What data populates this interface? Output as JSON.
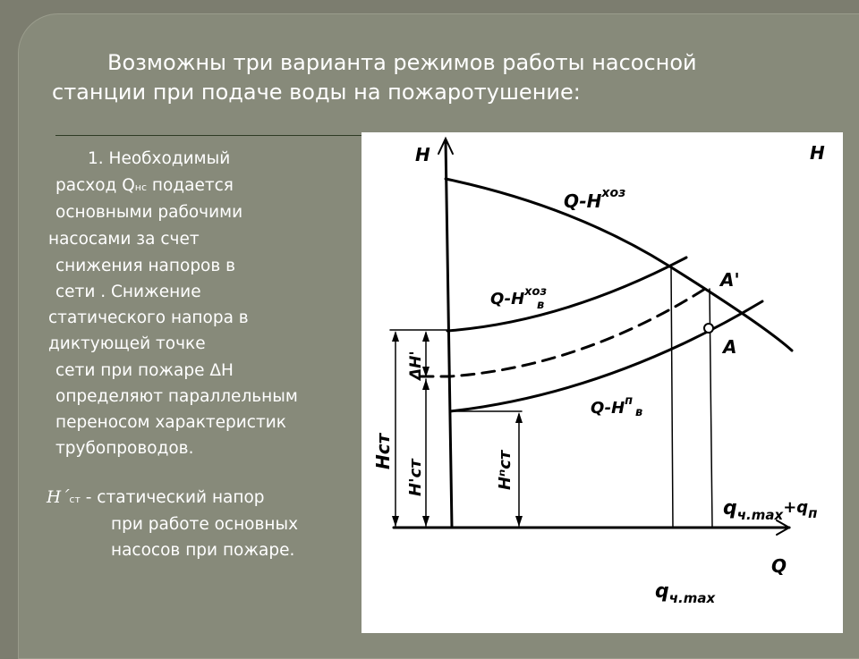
{
  "slide": {
    "title_line1": "Возможны три варианта режимов работы насосной",
    "title_line2": "станции при подаче воды на пожаротушение:",
    "body": {
      "l1": "1. Необходимый",
      "l2a": "расход Q",
      "l2sub": "нс",
      "l2b": " подается",
      "l3": "основными рабочими",
      "l4": "насосами за счет",
      "l5": "снижения  напоров в",
      "l6": "сети . Снижение",
      "l7": "статического напора в",
      "l8": "диктующей точке",
      "l9": "сети при пожаре ΔH",
      "l10": "определяют параллельным",
      "l11": "переносом характеристик",
      "l12": "трубопроводов."
    },
    "note": {
      "symbol": "H´",
      "symbol_sub": "ст",
      "l1": " - статический напор",
      "l2": "при работе основных",
      "l3": "насосов при пожаре."
    }
  },
  "diagram": {
    "y_axis": "H",
    "y_axis_right": "H",
    "x_axis": "Q",
    "curve_pump_hoz": "Q-H",
    "curve_pump_hoz_sup": "хоз",
    "curve_net_hoz": "Q-H",
    "curve_net_hoz_sup": "хоз",
    "curve_net_hoz_sub": "в",
    "curve_net_fire": "Q-H",
    "curve_net_fire_sup": "п",
    "curve_net_fire_sub": "в",
    "point_a_prime": "A'",
    "point_a": "A",
    "h_st": "Hст",
    "h_st_prime": "H'ст",
    "h_st_n": "Hⁿст",
    "delta_h": "ΔH'",
    "q_max": "q",
    "q_max_sub": "ч.max",
    "q_max_fire": "q",
    "q_max_fire_sub": "ч.max",
    "q_max_fire_plus": "+q",
    "q_max_fire_plus_sub": "п"
  }
}
